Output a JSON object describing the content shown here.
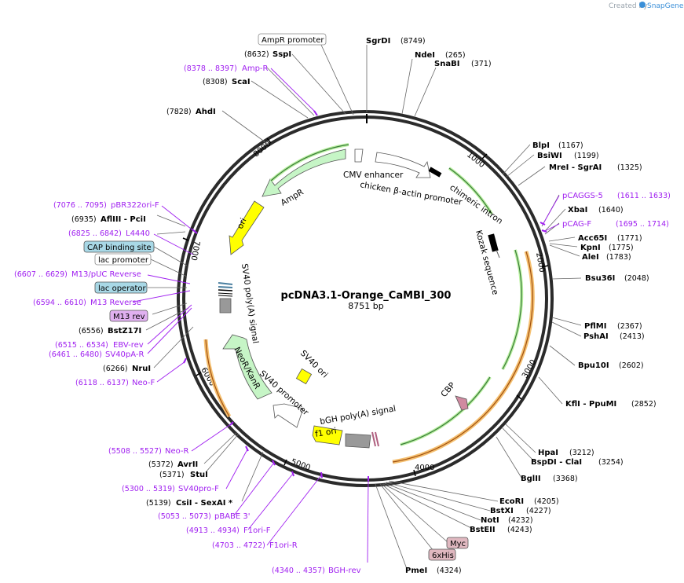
{
  "plasmid": {
    "name": "pcDNA3.1-Orange_CaMBI_300",
    "length": "8751 bp"
  },
  "watermark": {
    "prefix": "Created by",
    "brand": "SnapGene"
  },
  "ruler_ticks": [
    "1000",
    "2000",
    "3000",
    "4000",
    "5000",
    "6000",
    "7000",
    "8000"
  ],
  "sites": [
    {
      "name": "SgrDI",
      "pos": "(8749)"
    },
    {
      "name": "NdeI",
      "pos": "(265)"
    },
    {
      "name": "SnaBI",
      "pos": "(371)"
    },
    {
      "name": "BlpI",
      "pos": "(1167)"
    },
    {
      "name": "BsiWI",
      "pos": "(1199)"
    },
    {
      "name": "MreI - SgrAI",
      "pos": "(1325)"
    },
    {
      "name": "XbaI",
      "pos": "(1640)"
    },
    {
      "name": "Acc65I",
      "pos": "(1771)"
    },
    {
      "name": "KpnI",
      "pos": "(1775)"
    },
    {
      "name": "AleI",
      "pos": "(1783)"
    },
    {
      "name": "Bsu36I",
      "pos": "(2048)"
    },
    {
      "name": "PflMI",
      "pos": "(2367)"
    },
    {
      "name": "PshAI",
      "pos": "(2413)"
    },
    {
      "name": "Bpu10I",
      "pos": "(2602)"
    },
    {
      "name": "KflI - PpuMI",
      "pos": "(2852)"
    },
    {
      "name": "HpaI",
      "pos": "(3212)"
    },
    {
      "name": "BspDI - ClaI",
      "pos": "(3254)"
    },
    {
      "name": "BglII",
      "pos": "(3368)"
    },
    {
      "name": "EcoRI",
      "pos": "(4205)"
    },
    {
      "name": "BstXI",
      "pos": "(4227)"
    },
    {
      "name": "NotI",
      "pos": "(4232)"
    },
    {
      "name": "BstEII",
      "pos": "(4243)"
    },
    {
      "name": "PmeI",
      "pos": "(4324)"
    },
    {
      "name": "SspI",
      "pos": "(8632)"
    },
    {
      "name": "ScaI",
      "pos": "(8308)"
    },
    {
      "name": "AhdI",
      "pos": "(7828)"
    },
    {
      "name": "AflIII - PciI",
      "pos": "(6935)"
    },
    {
      "name": "BstZ17I",
      "pos": "(6556)"
    },
    {
      "name": "NruI",
      "pos": "(6266)"
    },
    {
      "name": "AvrII",
      "pos": "(5372)"
    },
    {
      "name": "StuI",
      "pos": "(5371)"
    },
    {
      "name": "CsiI - SexAI *",
      "pos": "(5139)"
    }
  ],
  "primers": [
    {
      "name": "Amp-R",
      "pos": "(8378 .. 8397)"
    },
    {
      "name": "pCAGGS-5",
      "pos": "(1611 .. 1633)"
    },
    {
      "name": "pCAG-F",
      "pos": "(1695 .. 1714)"
    },
    {
      "name": "pBR322ori-F",
      "pos": "(7076 .. 7095)"
    },
    {
      "name": "L4440",
      "pos": "(6825 .. 6842)"
    },
    {
      "name": "M13/pUC Reverse",
      "pos": "(6607 .. 6629)"
    },
    {
      "name": "M13 Reverse",
      "pos": "(6594 .. 6610)"
    },
    {
      "name": "EBV-rev",
      "pos": "(6515 .. 6534)"
    },
    {
      "name": "SV40pA-R",
      "pos": "(6461 .. 6480)"
    },
    {
      "name": "Neo-F",
      "pos": "(6118 .. 6137)"
    },
    {
      "name": "Neo-R",
      "pos": "(5508 .. 5527)"
    },
    {
      "name": "SV40pro-F",
      "pos": "(5300 .. 5319)"
    },
    {
      "name": "pBABE 3'",
      "pos": "(5053 .. 5073)"
    },
    {
      "name": "F1ori-F",
      "pos": "(4913 .. 4934)"
    },
    {
      "name": "F1ori-R",
      "pos": "(4703 .. 4722)"
    },
    {
      "name": "BGH-rev",
      "pos": "(4340 .. 4357)"
    }
  ],
  "feature_boxes": [
    {
      "name": "AmpR promoter"
    },
    {
      "name": "CAP binding site"
    },
    {
      "name": "lac promoter"
    },
    {
      "name": "lac operator"
    },
    {
      "name": "M13 rev"
    },
    {
      "name": "Myc"
    },
    {
      "name": "6xHis"
    }
  ],
  "features": [
    {
      "name": "CMV enhancer"
    },
    {
      "name": "chicken β-actin promoter"
    },
    {
      "name": "chimeric intron"
    },
    {
      "name": "Kozak sequence"
    },
    {
      "name": "CBP"
    },
    {
      "name": "bGH poly(A) signal"
    },
    {
      "name": "f1 ori"
    },
    {
      "name": "SV40 promoter"
    },
    {
      "name": "NeoR/KanR"
    },
    {
      "name": "SV40 ori"
    },
    {
      "name": "SV40 poly(A) signal"
    },
    {
      "name": "ori"
    },
    {
      "name": "AmpR"
    }
  ],
  "colors": {
    "backbone": "#2b2b2b",
    "primer": "#a020f0",
    "ampr": "#c6f5c6",
    "ori_yellow": "#ffff00",
    "cap_box": "#a8d8e6",
    "m13_box": "#e0b0f0",
    "tag_box": "#e0b8c0",
    "orange_glow": "#f5c070",
    "green_glow": "#b9f0a0",
    "cbp": "#d08aa0",
    "brand": "#3a8fd8"
  }
}
